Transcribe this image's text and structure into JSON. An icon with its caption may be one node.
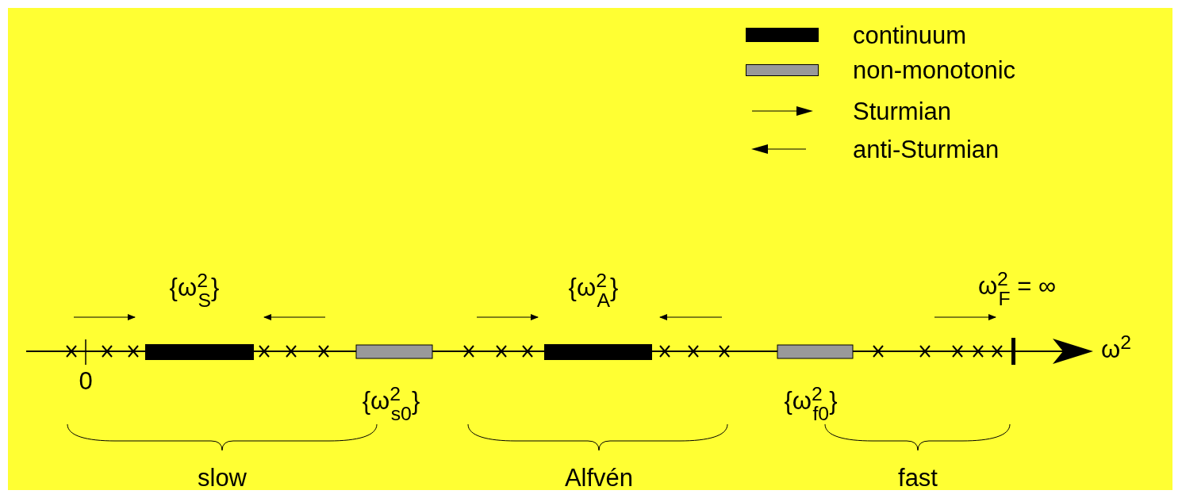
{
  "diagram": {
    "labels": [
      "{ω$^{2}$$_{S}$}",
      "{ω$^{2}$$_{A}$}",
      "ω$^{2}$$_{F}$ = ∞",
      "ω$^{2}$",
      "0",
      "{ω$^{2}$$_{s0}$}",
      "{ω$^{2}$$_{f0}$}",
      "slow",
      "Alfvén",
      "fast"
    ],
    "legend": [
      {
        "text": "continuum",
        "color": "#000000"
      },
      {
        "text": "non-monotonic",
        "color": "#999999"
      },
      {
        "text": "Sturmian"
      },
      {
        "text": "anti-Sturmian"
      }
    ]
  }
}
